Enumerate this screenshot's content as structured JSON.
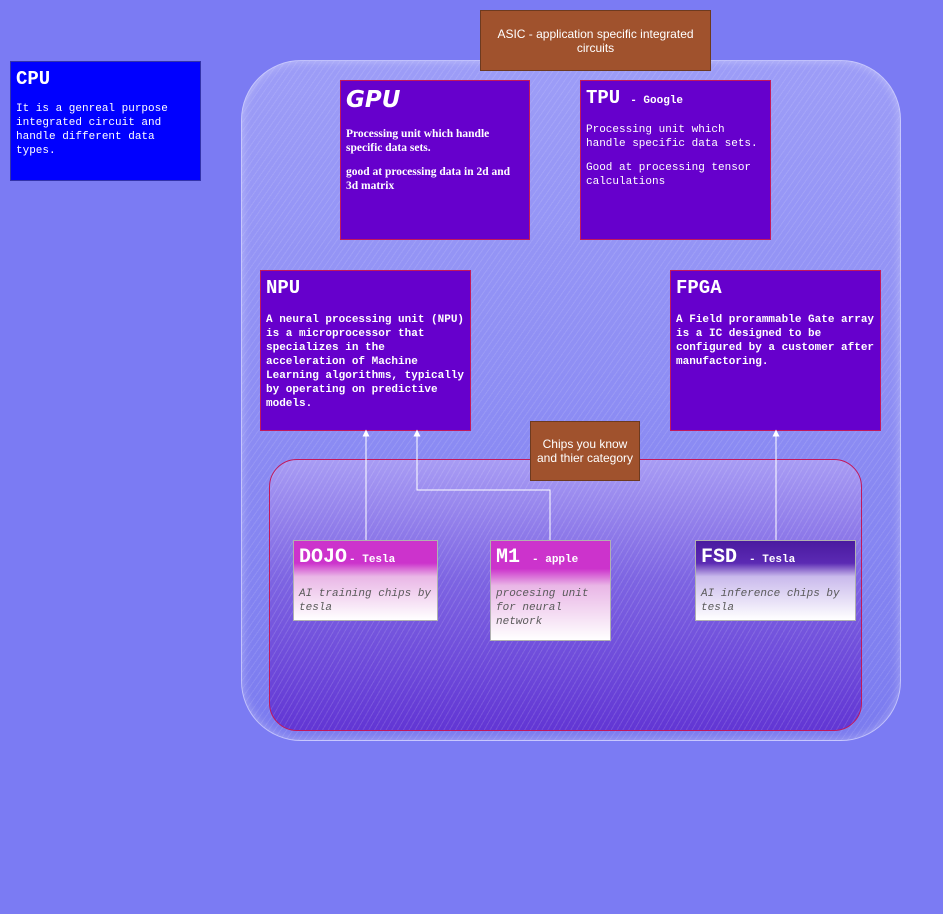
{
  "nodes": {
    "cpu": {
      "title": "CPU",
      "body": "It is a genreal purpose integrated circuit and handle different data types."
    },
    "asic": {
      "label": "ASIC - application specific integrated circuits"
    },
    "gpu": {
      "title": "GPU",
      "body1": "Processing unit which handle specific data sets.",
      "body2": "good at processing data in 2d and 3d matrix"
    },
    "tpu": {
      "title": "TPU",
      "subtitle": "- Google",
      "body1": "Processing unit which handle specific data sets.",
      "body2": "Good at processing tensor calculations"
    },
    "npu": {
      "title": "NPU",
      "body": "A neural processing unit (NPU) is a microprocessor that specializes in the acceleration of Machine Learning algorithms, typically by operating on predictive models."
    },
    "fpga": {
      "title": "FPGA",
      "body": "A Field prorammable Gate array is a IC designed to be configured by a customer after manufactoring."
    },
    "chips_label": {
      "label": "Chips you know and thier category"
    },
    "dojo": {
      "title": "DOJO",
      "subtitle": "- Tesla",
      "body": "AI training chips by tesla"
    },
    "m1": {
      "title": "M1",
      "subtitle": "- apple",
      "body": "procesing unit for neural network"
    },
    "fsd": {
      "title": "FSD",
      "subtitle": "- Tesla",
      "body": "AI inference chips by tesla"
    }
  },
  "edges": [
    {
      "from": "dojo",
      "to": "npu"
    },
    {
      "from": "m1",
      "to": "npu"
    },
    {
      "from": "fsd",
      "to": "fpga"
    }
  ],
  "colors": {
    "background": "#7b7bf3",
    "card": "#6600cc",
    "cpu": "#0000ff",
    "label": "#a0522d",
    "chip": "#cc33cc",
    "edge": "#ffffff"
  }
}
